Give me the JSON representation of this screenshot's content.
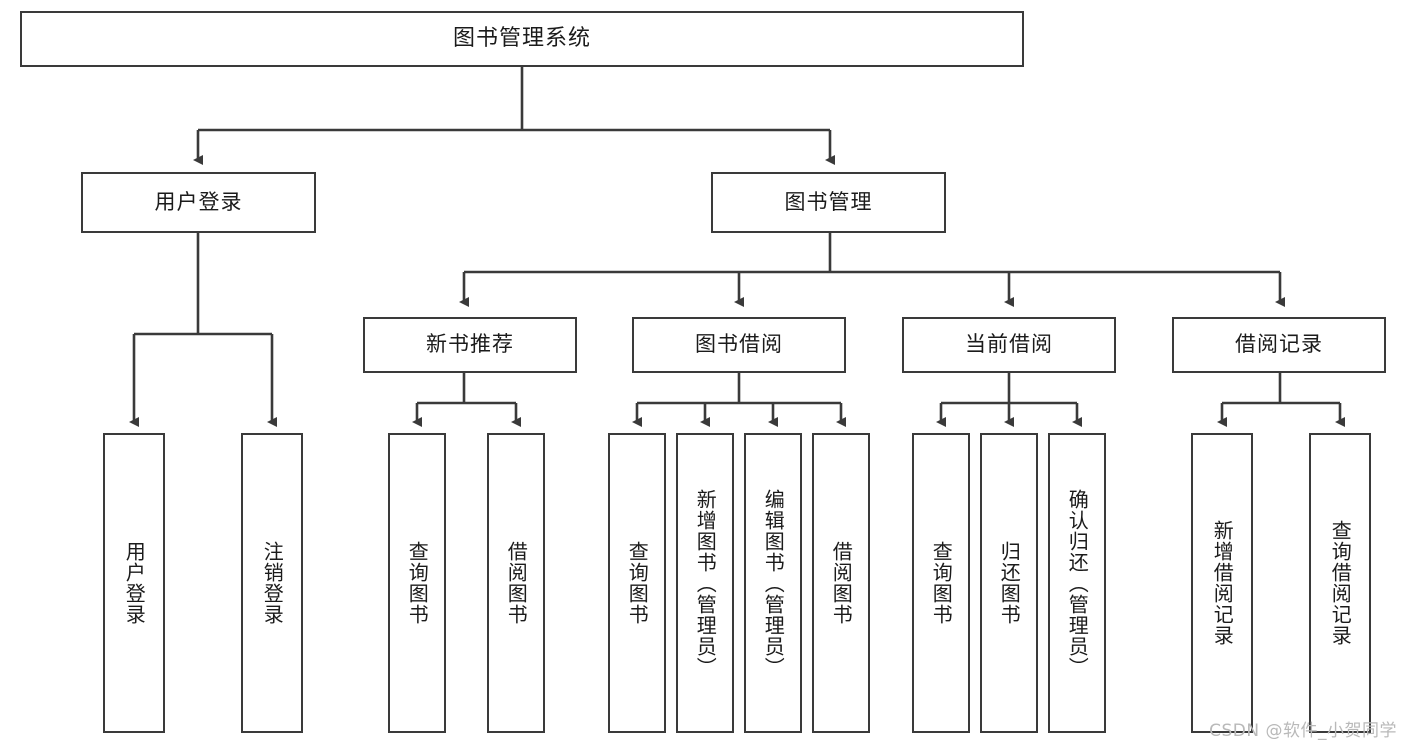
{
  "diagram": {
    "title": "图书管理系统",
    "type": "functional-structure-tree",
    "watermark": "CSDN @软件_小贺同学",
    "colors": {
      "box_border": "#3a3a3a",
      "box_fill": "#ffffff",
      "edge": "#3a3a3a",
      "text": "#1b1b1b",
      "watermark": "#b9b9b9",
      "background": "#ffffff"
    },
    "root": {
      "label": "图书管理系统"
    },
    "level2": [
      {
        "id": "user-login",
        "label": "用户登录"
      },
      {
        "id": "book-manage",
        "label": "图书管理"
      }
    ],
    "level3": [
      {
        "id": "new-book-recommend",
        "label": "新书推荐"
      },
      {
        "id": "book-borrow",
        "label": "图书借阅"
      },
      {
        "id": "current-borrow",
        "label": "当前借阅"
      },
      {
        "id": "borrow-record",
        "label": "借阅记录"
      }
    ],
    "leaves": {
      "user-login": [
        {
          "id": "leaf-user-login",
          "label": "用户登录"
        },
        {
          "id": "leaf-user-logout",
          "label": "注销登录"
        }
      ],
      "new-book-recommend": [
        {
          "id": "leaf-query-book-1",
          "label": "查询图书"
        },
        {
          "id": "leaf-borrow-book-1",
          "label": "借阅图书"
        }
      ],
      "book-borrow": [
        {
          "id": "leaf-query-book-2",
          "label": "查询图书"
        },
        {
          "id": "leaf-add-book",
          "label": "新增图书（管理员）"
        },
        {
          "id": "leaf-edit-book",
          "label": "编辑图书（管理员）"
        },
        {
          "id": "leaf-borrow-book-2",
          "label": "借阅图书"
        }
      ],
      "current-borrow": [
        {
          "id": "leaf-query-book-3",
          "label": "查询图书"
        },
        {
          "id": "leaf-return-book",
          "label": "归还图书"
        },
        {
          "id": "leaf-confirm-return",
          "label": "确认归还（管理员）"
        }
      ],
      "borrow-record": [
        {
          "id": "leaf-add-record",
          "label": "新增借阅记录"
        },
        {
          "id": "leaf-query-record",
          "label": "查询借阅记录"
        }
      ]
    }
  }
}
